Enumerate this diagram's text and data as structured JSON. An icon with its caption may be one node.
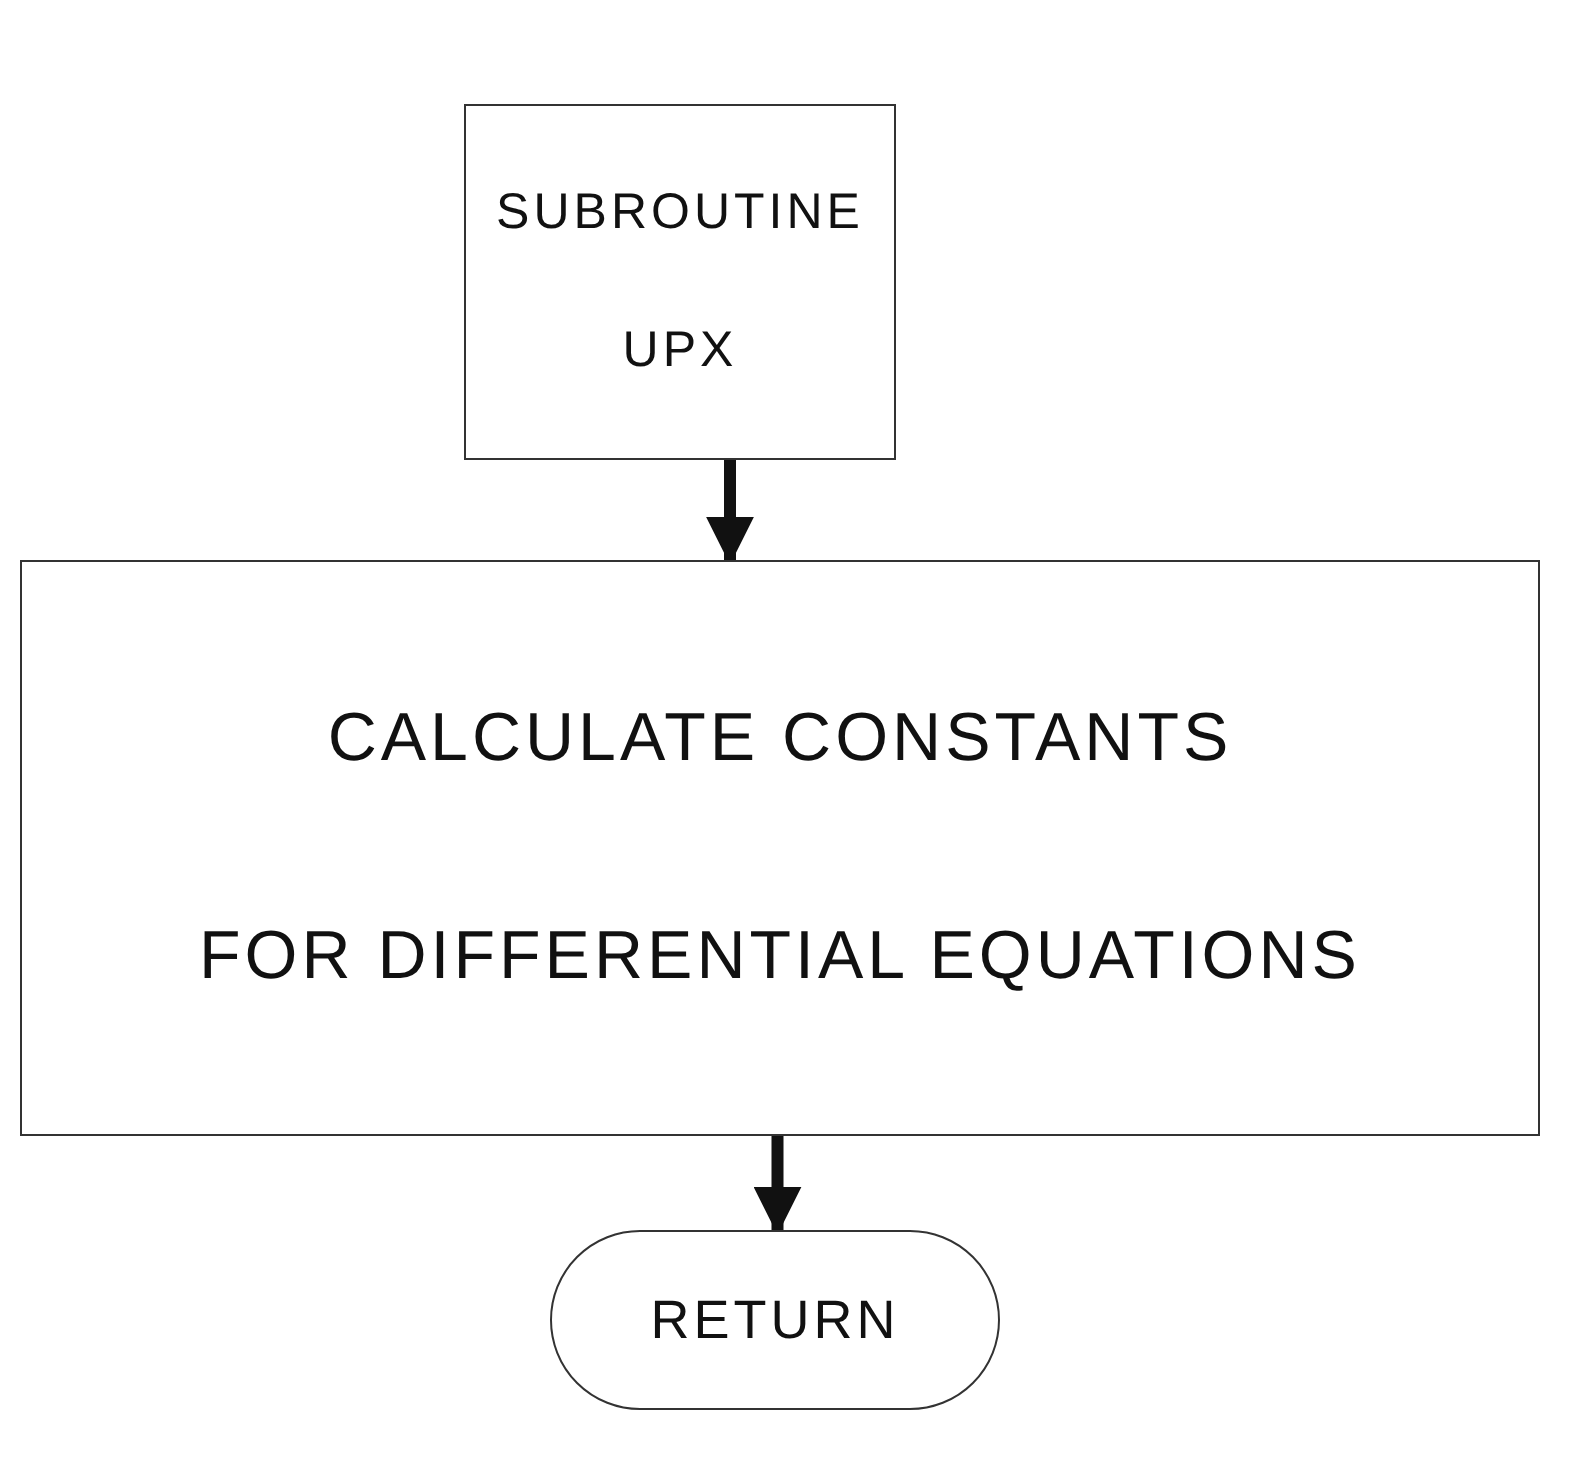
{
  "diagram": {
    "nodes": [
      {
        "text": [
          "SUBROUTINE",
          "UPX"
        ]
      },
      {
        "text": [
          "CALCULATE CONSTANTS",
          "FOR DIFFERENTIAL EQUATIONS"
        ]
      },
      {
        "text": [
          "RETURN"
        ]
      }
    ],
    "edges": [
      {
        "from": 0,
        "to": 1,
        "arrow": "to"
      },
      {
        "from": 1,
        "to": 2,
        "arrow": "to"
      }
    ]
  }
}
